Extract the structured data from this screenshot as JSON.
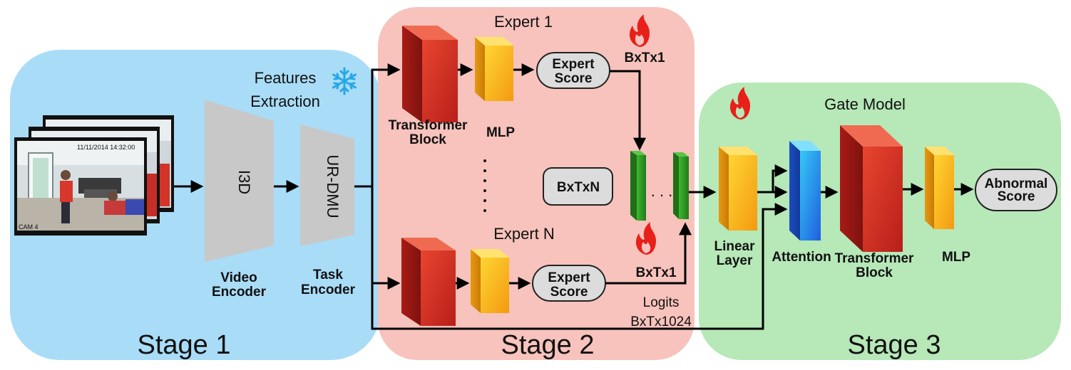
{
  "stages": {
    "stage1": "Stage 1",
    "stage2": "Stage 2",
    "stage3": "Stage 3"
  },
  "stage1": {
    "features_extraction_line1": "Features",
    "features_extraction_line2": "Extraction",
    "video_encoder_block": "I3D",
    "video_encoder_line1": "Video",
    "video_encoder_line2": "Encoder",
    "task_encoder_block": "UR-DMU",
    "task_encoder_line1": "Task",
    "task_encoder_line2": "Encoder",
    "frame_timestamp": "11/11/2014 14:32:00",
    "frame_cam": "CAM 4"
  },
  "stage2": {
    "expert1_title": "Expert 1",
    "expertN_title": "Expert N",
    "transformer_line1": "Transformer",
    "transformer_line2": "Block",
    "mlp": "MLP",
    "expert_score_line1": "Expert",
    "expert_score_line2": "Score",
    "bxtx1_top": "BxTx1",
    "bxtx1_bottom": "BxTx1",
    "bxtxn": "BxTxN",
    "ellipsis_h": ". . .",
    "logits_line1": "Logits",
    "logits_line2": "BxTx1024"
  },
  "stage3": {
    "gate_model": "Gate Model",
    "linear_line1": "Linear",
    "linear_line2": "Layer",
    "attention": "Attention",
    "transformer_line1": "Transformer",
    "transformer_line2": "Block",
    "mlp": "MLP",
    "abnormal_line1": "Abnormal",
    "abnormal_line2": "Score"
  },
  "colors": {
    "stage1_bg": "#a9dcf7",
    "stage2_bg": "#f7c3bc",
    "stage3_bg": "#b7e8b8",
    "transformer_red": "#d9352a",
    "mlp_yellow": "#f5b517",
    "attention_blue": "#1f86e8",
    "green_feature": "#2e9a26",
    "encoder_gray": "#c8c8c8",
    "score_gray": "#dcdcdc",
    "flame": "#e8201a",
    "snowflake": "#27a7e6"
  },
  "icons": {
    "frozen": "snowflake-icon",
    "trainable": "flame-icon"
  }
}
